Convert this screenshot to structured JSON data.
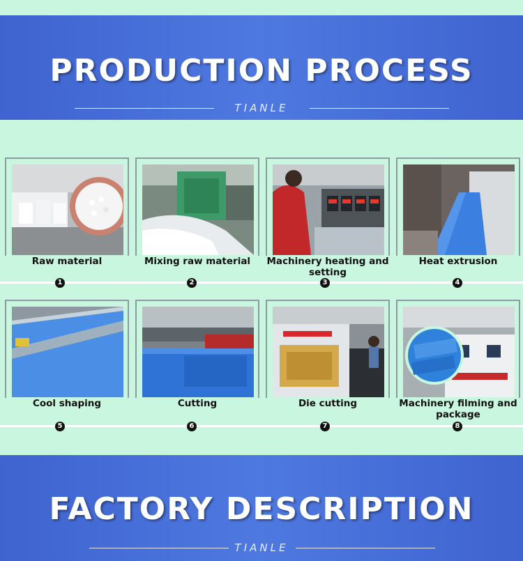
{
  "header": {
    "title": "PRODUCTION PROCESS",
    "brand": "TIANLE"
  },
  "steps": [
    {
      "label": "Raw material",
      "number": "1"
    },
    {
      "label": "Mixing raw material",
      "number": "2"
    },
    {
      "label": "Machinery heating and setting",
      "number": "3"
    },
    {
      "label": "Heat extrusion",
      "number": "4"
    },
    {
      "label": "Cool shaping",
      "number": "5"
    },
    {
      "label": "Cutting",
      "number": "6"
    },
    {
      "label": "Die cutting",
      "number": "7"
    },
    {
      "label": "Machinery filming and package",
      "number": "8"
    }
  ],
  "footer": {
    "title": "FACTORY DESCRIPTION",
    "brand": "TIANLE"
  },
  "colors": {
    "banner": "#4a6fd8",
    "background": "#c9f6df",
    "product_blue": "#3d8ae8"
  }
}
